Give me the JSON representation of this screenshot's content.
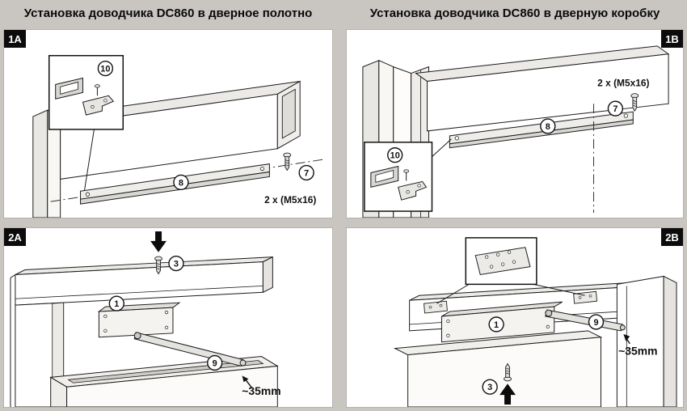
{
  "headers": {
    "left": "Установка доводчика DC860 в дверное полотно",
    "right": "Установка доводчика DC860 в дверную коробку"
  },
  "panels": {
    "p1a": {
      "label": "1A",
      "callout_bracket": "10",
      "callout_rail": "8",
      "callout_screw": "7",
      "screw_note": "2 x (M5x16)"
    },
    "p1b": {
      "label": "1B",
      "callout_bracket": "10",
      "callout_rail": "8",
      "callout_screw": "7",
      "screw_note": "2 x (M5x16)"
    },
    "p2a": {
      "label": "2A",
      "callout_screw": "3",
      "callout_body": "1",
      "callout_arm": "9",
      "dimension": "~35mm"
    },
    "p2b": {
      "label": "2B",
      "callout_screw": "3",
      "callout_body": "1",
      "callout_arm": "9",
      "dimension": "~35mm"
    }
  },
  "colors": {
    "background": "#c9c6c2",
    "panel": "#ffffff",
    "label_badge": "#0c0c0c",
    "line": "#1c1c1c"
  }
}
